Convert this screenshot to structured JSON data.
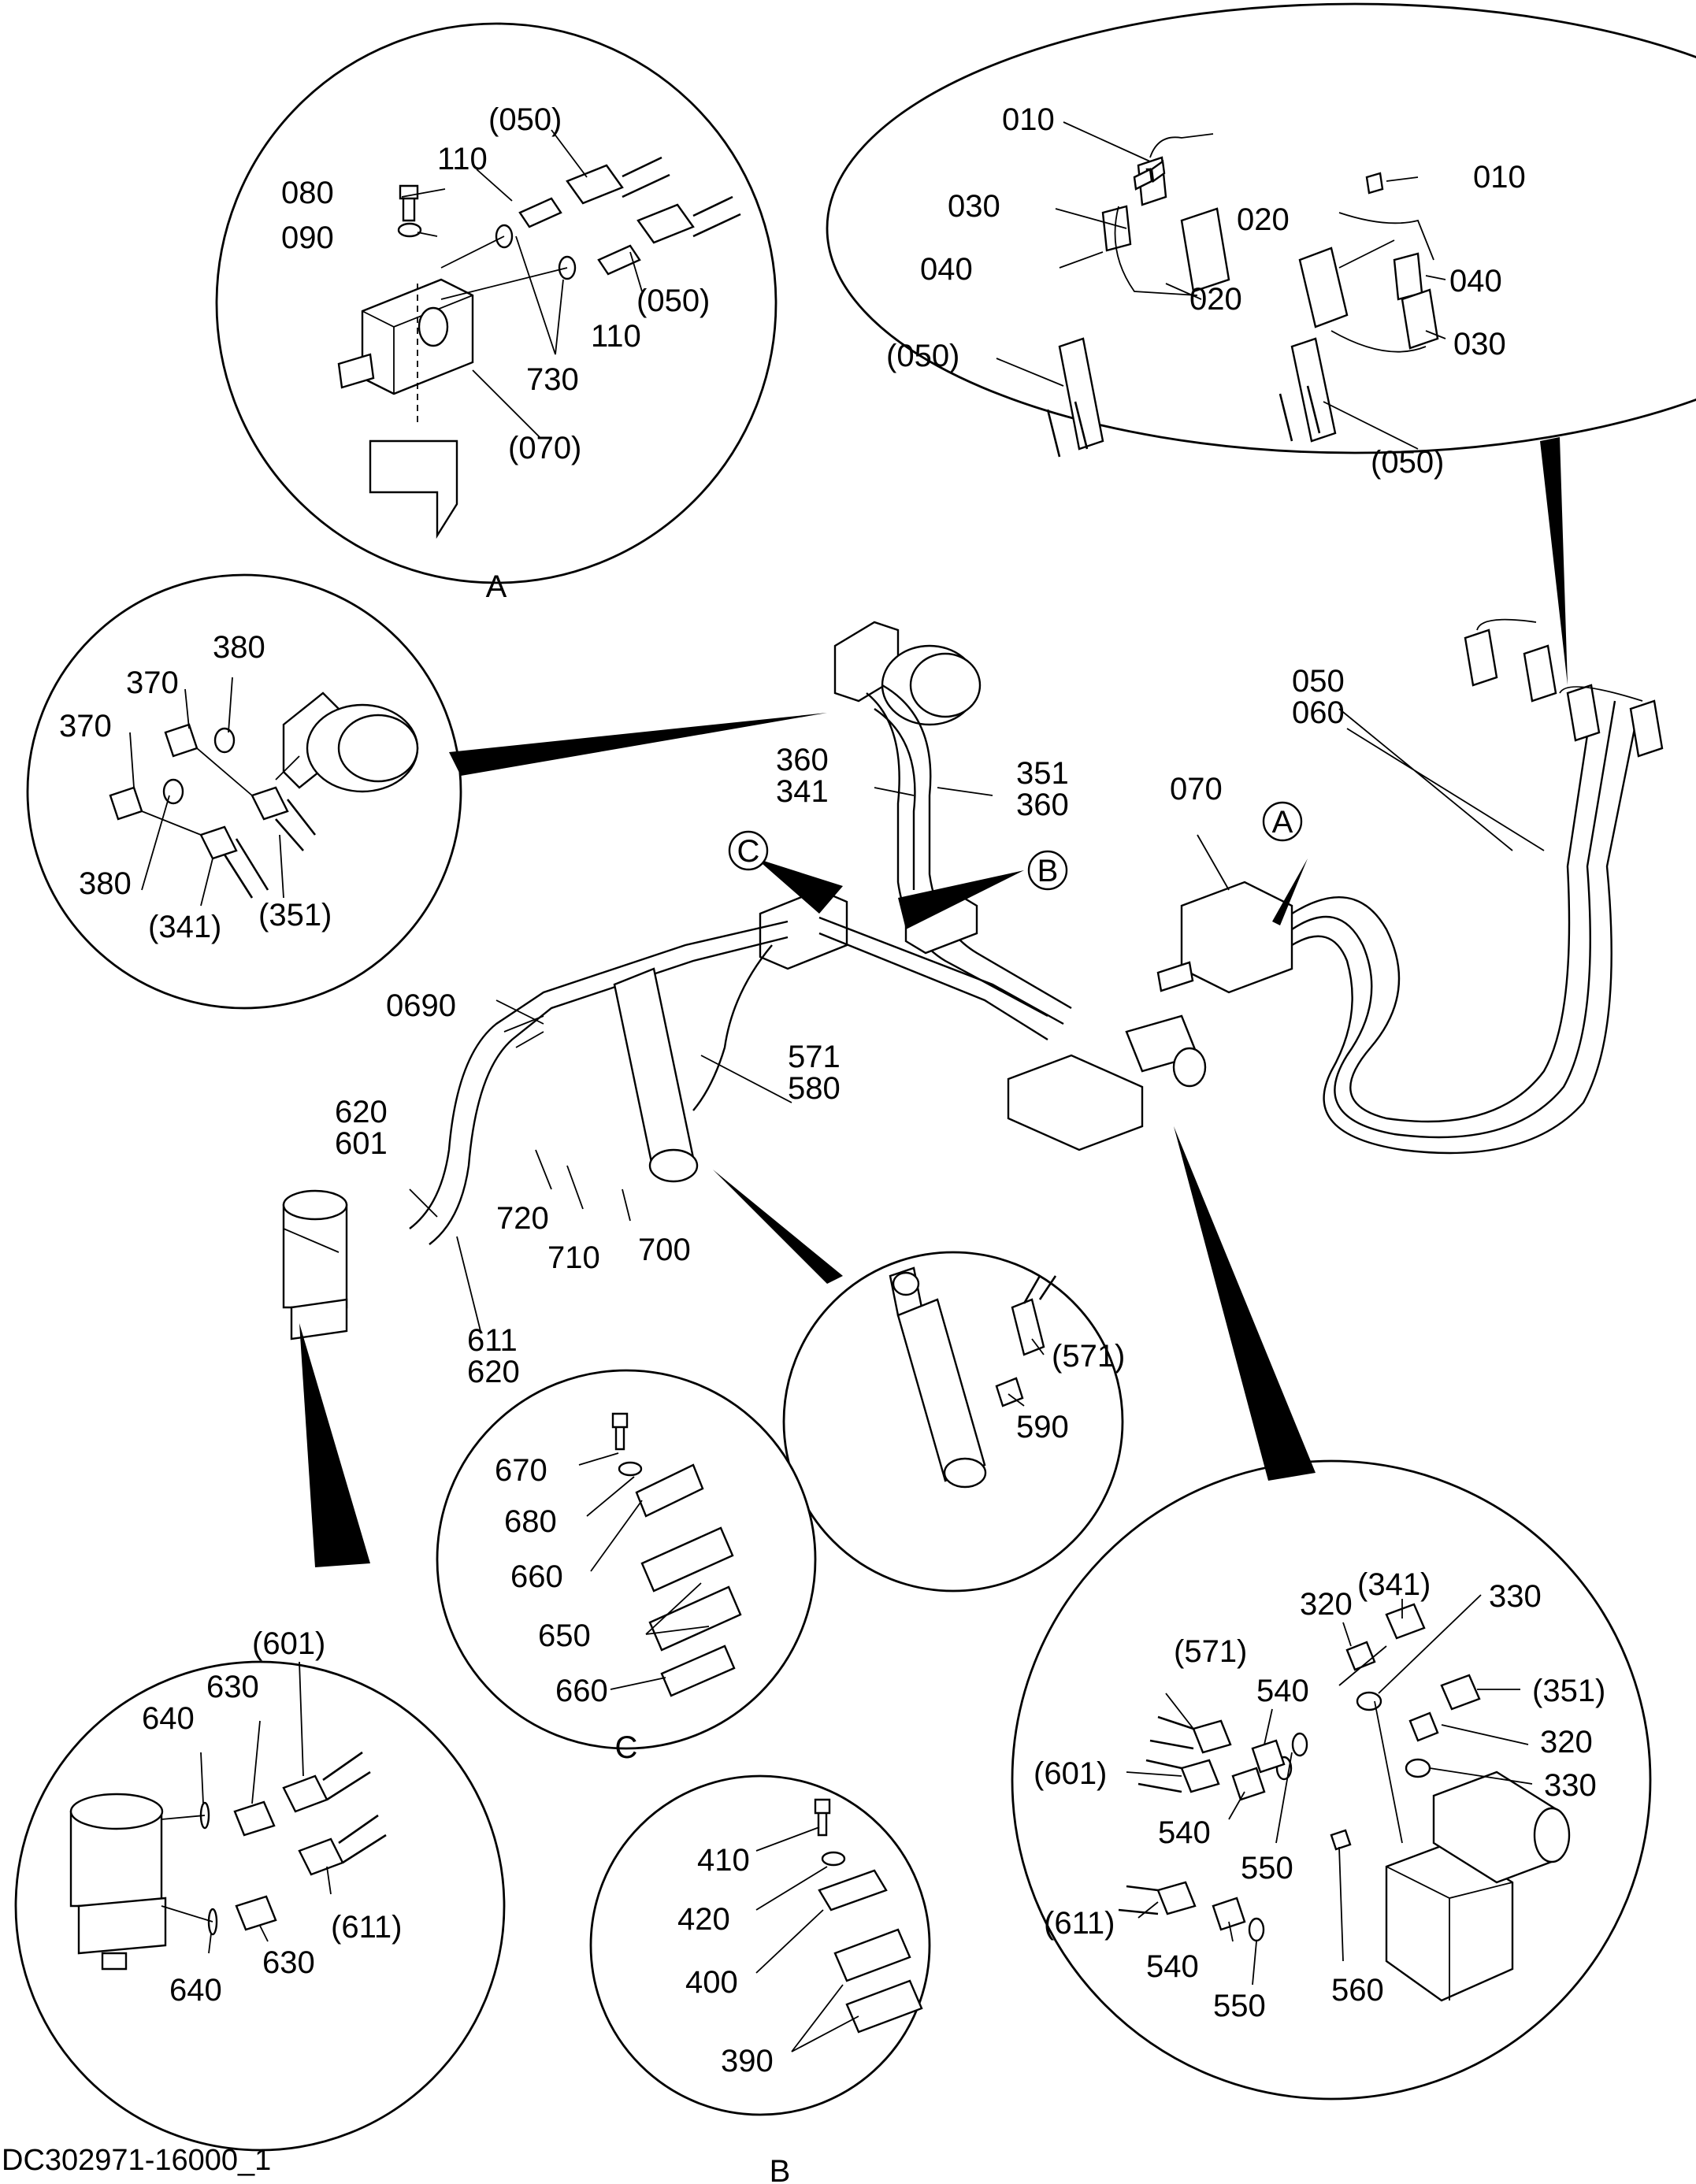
{
  "drawing_code": "DC302971-16000_1",
  "detail_letters": {
    "a": "A",
    "b": "B",
    "c": "C"
  },
  "labels": {
    "detail_a": [
      "(050)",
      "110",
      "080",
      "090",
      "110",
      "(050)",
      "730",
      "(070)"
    ],
    "detail_top_right": [
      "010",
      "030",
      "040",
      "020",
      "(050)",
      "020",
      "010",
      "040",
      "030",
      "(050)"
    ],
    "detail_pump": [
      "380",
      "370",
      "370",
      "380",
      "(341)",
      "(351)"
    ],
    "main": [
      "050",
      "060",
      "360",
      "341",
      "351",
      "360",
      "070",
      "0690",
      "571",
      "580",
      "620",
      "601",
      "720",
      "710",
      "700",
      "611",
      "620"
    ],
    "detail_cylinder": [
      "(571)",
      "590"
    ],
    "detail_c": [
      "670",
      "680",
      "660",
      "650",
      "660"
    ],
    "detail_motor": [
      "(601)",
      "640",
      "630",
      "(611)",
      "640",
      "630"
    ],
    "detail_b": [
      "410",
      "420",
      "400",
      "390"
    ],
    "detail_valve": [
      "(341)",
      "320",
      "330",
      "(571)",
      "540",
      "(351)",
      "320",
      "330",
      "(601)",
      "540",
      "550",
      "560",
      "(611)",
      "540",
      "550"
    ]
  }
}
